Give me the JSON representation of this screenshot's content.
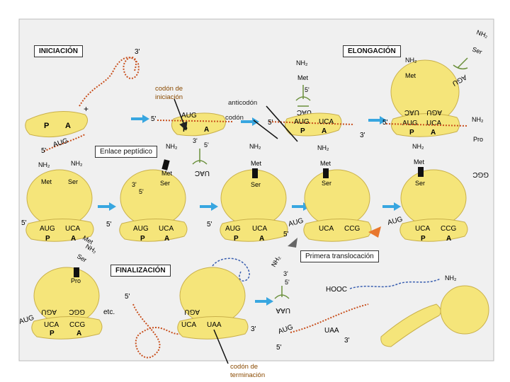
{
  "panels": {
    "initiation": "INICIACIÓN",
    "elongation": "ELONGACIÓN",
    "termination": "FINALIZACIÓN",
    "peptide_bond": "Enlace peptídico",
    "first_translocation": "Primera translocación"
  },
  "annotations": {
    "start_codon": "codón de iniciación",
    "anticodon": "anticodón",
    "codon": "codón",
    "stop_codon": "codón de terminación"
  },
  "labels": {
    "three_prime": "3'",
    "five_prime": "5'",
    "P": "P",
    "A": "A",
    "plus": "+",
    "AUG": "AUG",
    "UCA": "UCA",
    "CCG": "CCG",
    "UAA": "UAA",
    "UAC": "UAC",
    "AGU": "AGU",
    "GGC": "GGC",
    "NH2": "NH₂",
    "Met": "Met",
    "Ser": "Ser",
    "Pro": "Pro",
    "HOOC": "HOOC",
    "etc": "etc."
  },
  "colors": {
    "ribosome": "#f5e57a",
    "ribosome_edge": "#c9b04a",
    "mrna": "#c8501e",
    "peptide": "#3a5fb0",
    "trna": "#6a8f3a",
    "arrow": "#38a6e0",
    "frame": "#efefef"
  }
}
